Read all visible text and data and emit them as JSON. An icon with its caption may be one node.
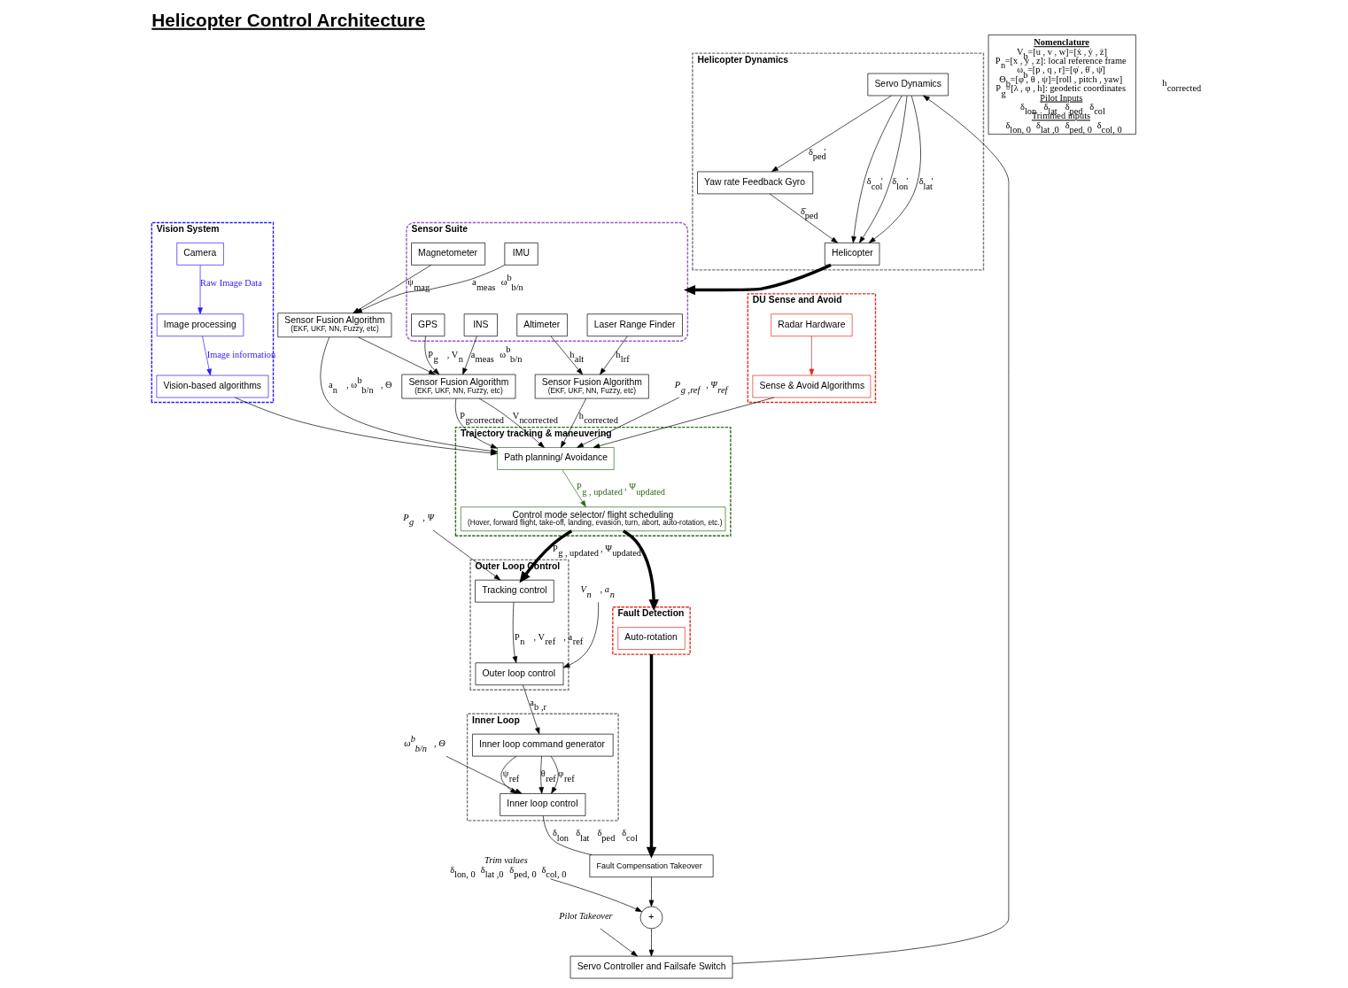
{
  "diagram": {
    "title": "Helicopter Control Architecture",
    "nodes": [
      {
        "text": [
          "Helicopter Dynamics"
        ]
      },
      {
        "text": [
          "Servo Dynamics"
        ],
        "in": 0
      },
      {
        "text": [
          "Yaw rate Feedback Gyro"
        ],
        "in": 0
      },
      {
        "text": [
          "Helicopter"
        ],
        "in": 0
      },
      {
        "text": [
          "Pilot Takeover"
        ]
      },
      {
        "text": [
          "Trim values",
          "δ$_{lon, 0}$ δ$_{lat ,0}$ δ$_{ped, 0}$ δ$_{col, 0}$"
        ]
      },
      {
        "text": [
          "Servo Controller and Failsafe Switch"
        ]
      },
      {
        "text": [
          "+"
        ]
      },
      {
        "text": [
          "Fault Compensation Takeover"
        ]
      },
      {
        "text": [
          "Nomenclature",
          "V$_{b}$=[u , v , w]=[ẋ , ẏ , ż]",
          "P$_{n}$=[x , y , z]: local reference frame",
          "ω$_{b}$=[p , q , r]=[φ̇ , θ̇ , ψ̇]",
          "Θ$_{b}$=[φ , θ , ψ]=[roll , pitch , yaw]",
          "P$_{g}$=[λ , φ , h]: geodetic coordinates",
          "Pilot Inputs",
          "δ$_{lon}$ δ$_{lat}$ δ$_{ped}$ δ$_{col}$",
          "Trimmed inputs",
          "δ$_{lon, 0}$ δ$_{lat ,0}$ δ$_{ped, 0}$ δ$_{col, 0}$"
        ]
      },
      {
        "text": [
          "Inner Loop"
        ]
      },
      {
        "text": [
          "Inner loop control"
        ],
        "in": 10
      },
      {
        "text": [
          "Inner loop command generator"
        ],
        "in": 10
      },
      {
        "text": [
          "ω$^{b}$$_{b/n}$ , Θ"
        ]
      },
      {
        "text": [
          "Outer Loop Control"
        ]
      },
      {
        "text": [
          "Outer loop control"
        ],
        "in": 14
      },
      {
        "text": [
          "Tracking control"
        ],
        "in": 14
      },
      {
        "text": [
          "V$_{n}$ , a$_{n}$"
        ]
      },
      {
        "text": [
          "P$_{g}$ , Ψ"
        ]
      },
      {
        "text": [
          "Fault Detection"
        ]
      },
      {
        "text": [
          "Auto-rotation"
        ],
        "in": 19
      },
      {
        "text": [
          "Sensor Suite"
        ]
      },
      {
        "text": [
          "GPS"
        ],
        "in": 21
      },
      {
        "text": [
          "INS"
        ],
        "in": 21
      },
      {
        "text": [
          "IMU"
        ],
        "in": 21
      },
      {
        "text": [
          "Magnetometer"
        ],
        "in": 21
      },
      {
        "text": [
          "Altimeter"
        ],
        "in": 21
      },
      {
        "text": [
          "Laser Range Finder"
        ],
        "in": 21
      },
      {
        "text": [
          "Sensor Fusion Algorithm",
          "(EKF, UKF, NN, Fuzzy, etc)"
        ]
      },
      {
        "text": [
          "Sensor Fusion Algorithm",
          "(EKF, UKF, NN, Fuzzy, etc)"
        ]
      },
      {
        "text": [
          "Sensor Fusion Algorithm",
          "(EKF, UKF, NN, Fuzzy, etc)"
        ]
      },
      {
        "text": [
          "Trajectory tracking & maneuvering"
        ]
      },
      {
        "text": [
          "Control mode selector/ flight scheduling",
          "(Hover, forward flight, take-off, landing, evasion, turn, abort, auto-rotation, etc.)"
        ],
        "in": 31
      },
      {
        "text": [
          "Path planning/ Avoidance"
        ],
        "in": 31
      },
      {
        "text": [
          "DU Sense and Avoid"
        ]
      },
      {
        "text": [
          "Sense & Avoid Algorithms"
        ],
        "in": 34
      },
      {
        "text": [
          "Radar Hardware"
        ],
        "in": 34
      },
      {
        "text": [
          "Vision System"
        ]
      },
      {
        "text": [
          "Camera"
        ],
        "in": 37
      },
      {
        "text": [
          "Image processing"
        ],
        "in": 37
      },
      {
        "text": [
          "Vision-based algorithms"
        ],
        "in": 37
      },
      {
        "text": [
          "P$_{g ,ref}$ , Ψ$_{ref}$"
        ]
      }
    ],
    "edges": [
      {
        "from": 6,
        "to": 1,
        "arrow": "to"
      },
      {
        "from": 7,
        "to": 6,
        "arrow": "to"
      },
      {
        "from": 8,
        "to": 7,
        "arrow": "to"
      },
      {
        "from": 4,
        "to": 6,
        "arrow": "to"
      },
      {
        "from": 5,
        "to": 7,
        "arrow": "to"
      },
      {
        "from": 11,
        "to": 8,
        "arrow": "none",
        "label": "δ$_{lon}$ δ$_{lat}$ δ$_{ped}$ δ$_{col}$"
      },
      {
        "from": 19,
        "to": 8,
        "arrow": "to",
        "style": "thick"
      },
      {
        "from": 1,
        "to": 2,
        "arrow": "to",
        "label": "δ$_{ped}$′"
      },
      {
        "from": 1,
        "to": 3,
        "arrow": "to",
        "label": "δ$_{col}$′"
      },
      {
        "from": 1,
        "to": 3,
        "arrow": "to",
        "label": "δ$_{lon}$′"
      },
      {
        "from": 1,
        "to": 3,
        "arrow": "to",
        "label": "δ$_{lat}$′"
      },
      {
        "from": 2,
        "to": 3,
        "arrow": "to",
        "label": "δ̄$_{ped}$"
      },
      {
        "from": 3,
        "to": 21,
        "arrow": "to",
        "style": "thick"
      },
      {
        "from": 22,
        "to": 28,
        "arrow": "to",
        "label": "P$_{g}$ , V$_{n}$"
      },
      {
        "from": 23,
        "to": 28,
        "arrow": "to",
        "label": "a$_{meas}$ ω$^{b}$$_{b/n}$"
      },
      {
        "from": 24,
        "to": 29,
        "arrow": "to",
        "label": "a$_{meas}$ ω$^{b}$$_{b/n}$"
      },
      {
        "from": 25,
        "to": 29,
        "arrow": "to",
        "label": "ψ$_{mag}$"
      },
      {
        "from": 26,
        "to": 30,
        "arrow": "to",
        "label": "h$_{alt}$"
      },
      {
        "from": 27,
        "to": 30,
        "arrow": "to",
        "label": "h$_{lrf}$"
      },
      {
        "from": 28,
        "to": 31,
        "arrow": "to",
        "label": "P$_{g}$$_{corrected}$"
      },
      {
        "from": 28,
        "to": 31,
        "arrow": "to",
        "label": "V$_{n}$$_{corrected}$"
      },
      {
        "from": 29,
        "to": 31,
        "arrow": "to",
        "label": "a$_{n}$ , ω$^{b}$$_{b/n}$ , Θ"
      },
      {
        "from": 29,
        "to": 28,
        "arrow": "to"
      },
      {
        "from": 30,
        "to": 31,
        "arrow": "to",
        "label": "h$_{corrected}$"
      },
      {
        "from": 35,
        "to": 33,
        "arrow": "to"
      },
      {
        "from": 36,
        "to": 35,
        "arrow": "to",
        "color": "#e8291c"
      },
      {
        "from": 38,
        "to": 39,
        "arrow": "to",
        "label": "Raw Image Data",
        "color": "#2a1aff"
      },
      {
        "from": 39,
        "to": 40,
        "arrow": "to",
        "label": "Image information",
        "color": "#2a1aff"
      },
      {
        "from": 40,
        "to": 33,
        "arrow": "to"
      },
      {
        "from": 41,
        "to": 33,
        "arrow": "to"
      },
      {
        "from": 32,
        "to": 14,
        "arrow": "to",
        "style": "thick",
        "label": "P$_{g , updated}$ , Ψ$_{updated}$"
      },
      {
        "from": 33,
        "to": 32,
        "arrow": "to",
        "label": "P$_{g , updated}$ , Ψ$_{updated}$",
        "color": "#2f6b1a"
      },
      {
        "from": 32,
        "to": 19,
        "arrow": "to",
        "style": "thick"
      },
      {
        "from": 17,
        "to": 15,
        "arrow": "to"
      },
      {
        "from": 18,
        "to": 16,
        "arrow": "to"
      },
      {
        "from": 16,
        "to": 15,
        "arrow": "to",
        "label": "P$_{n}$ , V$_{ref}$ , a$_{ref}$"
      },
      {
        "from": 15,
        "to": 12,
        "arrow": "to",
        "label": "a$_{b ,r}$"
      },
      {
        "from": 12,
        "to": 11,
        "arrow": "to",
        "label": "ψ$_{ref}$"
      },
      {
        "from": 12,
        "to": 11,
        "arrow": "to",
        "label": "θ$_{ref}$"
      },
      {
        "from": 12,
        "to": 11,
        "arrow": "to",
        "label": "φ$_{ref}$"
      },
      {
        "from": 13,
        "to": 11,
        "arrow": "to"
      }
    ],
    "labels": [
      "h$_{corrected}$"
    ]
  }
}
